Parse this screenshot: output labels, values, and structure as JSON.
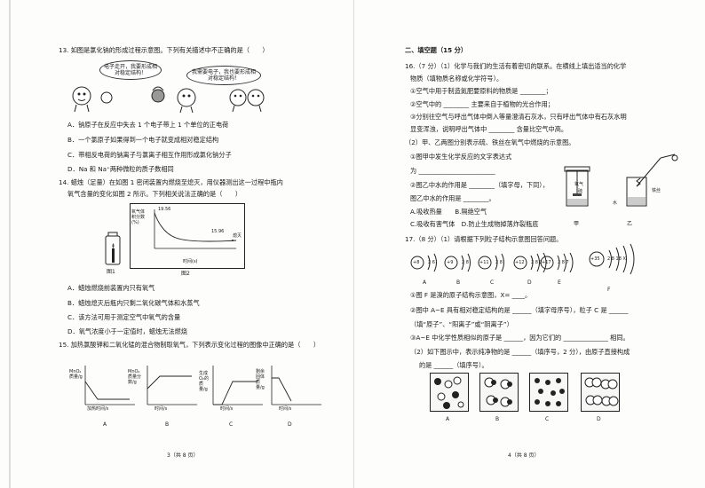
{
  "left": {
    "q13": {
      "stem": "13. 如图是氯化钠的形成过程示意图。下列有关描述中不正确的是（　　）",
      "bubble_1": "电子走开，我要形成相对稳定结构！",
      "bubble_2": "我需要电子，我也要形成相对稳定结构！",
      "options": [
        "A．钠原子在反应中失去 1 个电子带上 1 个单位的正电荷",
        "B．一个氯原子如果得到一个电子就变成相对稳定结构",
        "C．带相反电荷的钠离子与氯离子相互作用形成氯化钠分子",
        "D．Na 和 Na⁺两种微粒的质子数相同"
      ]
    },
    "q14": {
      "stem_1": "14. 蜡烛（足量）在如图 1 密闭装置内燃烧至熄灭，用仪器测出这一过程中瓶内",
      "stem_2": "氧气含量的变化如图 2 所示。下列相关说法正确的是（　　）",
      "fig1_label": "图1",
      "fig2_label": "图2",
      "chart_ylabel": "氧气体积分数(%)",
      "chart_xlabel": "时间(s)",
      "start_label": "19.56",
      "end_label": "15.96",
      "end_note": "熄灭",
      "options": [
        "A．蜡烛燃烧前装置内只有氧气",
        "B．蜡烛熄灭后瓶内只剩二氧化碳气体和水蒸气",
        "C．该方法可用于测定空气中氧气的含量",
        "D．氧气浓度小于一定值时，蜡烛无法燃烧"
      ]
    },
    "q15": {
      "stem": "15. 加热氯酸钾和二氧化锰的混合物制取氧气，下列表示变化过程的图像中正确的是（　　）",
      "graphs": [
        {
          "letter": "A",
          "ylabel": "MnO₂质量/g",
          "xlabel": "加热时间/s"
        },
        {
          "letter": "B",
          "ylabel": "MnO₂质量分数/g",
          "xlabel": "时间/s"
        },
        {
          "letter": "C",
          "ylabel": "生成O₂的质量/g",
          "xlabel": "时间/s"
        },
        {
          "letter": "D",
          "ylabel": "剩余固体质量/g",
          "xlabel": "时间/s"
        }
      ]
    },
    "footer": "3（共 8 页）"
  },
  "right": {
    "section_title": "二、填空题（15 分）",
    "q16": {
      "lines": [
        "16.（7 分）（1）化学与我们的生活有着密切的联系。在横线上填出适当的化学",
        "物质（填物质名称或化学符号）。",
        "①空气中用于制造氮肥要原料的物质是 ________；",
        "②空气中的 ________ 主要来自于植物的光合作用；",
        "③分别往空气与呼出气体中倒入等量澄清石灰水，只有呼出气体中有石灰水明",
        "显变浑浊，说明呼出气体中 ________ 含量比空气中高。",
        "（2）甲、乙两图分别表示硫、铁丝在氧气中燃烧的示意图。",
        "①图甲中发生化学反应的文字表达式",
        "为 ________________________",
        "②图乙中水的作用是 ________（填字母，下同），",
        "图乙中水的作用是 ________。",
        "A.吸收热量　　B.隔绝空气",
        "C.吸收有害气体　D.防止生成物掉落炸裂瓶底"
      ],
      "fig_labels": {
        "jia": "甲",
        "yi": "乙",
        "o2": "氧气",
        "s": "硫",
        "water": "水",
        "wire": "铁丝"
      }
    },
    "q17": {
      "stem": "17.（8 分）（1）请根据下列粒子结构示意图回答问题。",
      "atoms": [
        {
          "nucleus": "+8",
          "shells": "2 6",
          "letter": "A"
        },
        {
          "nucleus": "+9",
          "shells": "2 8",
          "letter": "B"
        },
        {
          "nucleus": "+11",
          "shells": "2 8",
          "letter": "C"
        },
        {
          "nucleus": "+12",
          "shells": "2 8 2",
          "letter": "D"
        },
        {
          "nucleus": "+17",
          "shells": "2 8 7",
          "letter": "E"
        },
        {
          "nucleus": "+35",
          "shells": "2 8 18 X",
          "letter": "F"
        }
      ],
      "lines": [
        "①图 F 是溴的原子结构示意图，X= ____。",
        "②图中 A~E 具有相对稳定结构的是 ______（填字母序号），粒子 C 是 ______",
        "（填“原子”、“阳离子”或“阴离子”）",
        "③A~E 中化学性质相似的原子是 ______，因为它们的 ______________ 相同。",
        "（2）如下图示中，表示纯净物的是 ______（填序号，2 分），由原子直接构成",
        "的是 ______（填序号）。"
      ],
      "box_letters": [
        "A",
        "B",
        "C",
        "D"
      ]
    },
    "footer": "4（共 8 页）"
  }
}
